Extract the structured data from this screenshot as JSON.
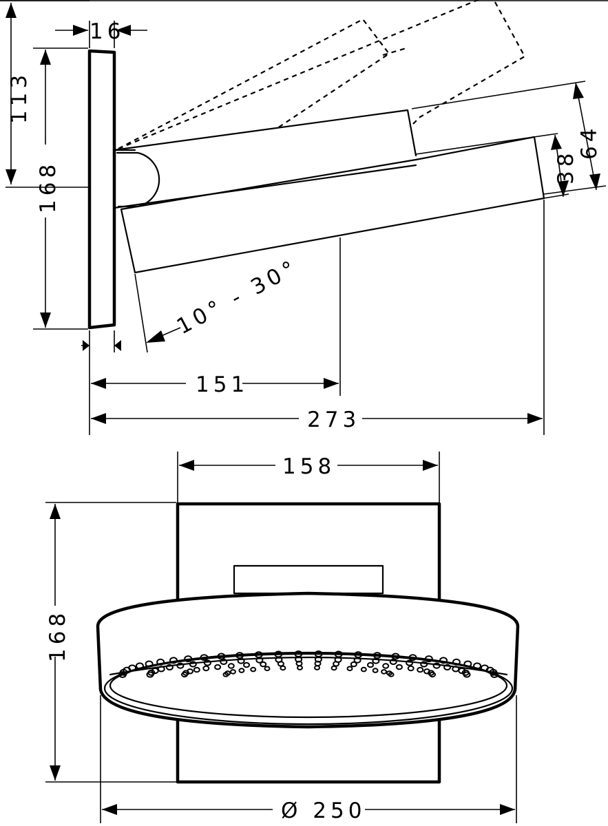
{
  "side_view": {
    "dim_plate_thickness": "16",
    "dim_top_offset": "113",
    "dim_plate_height": "168",
    "dim_head_thickness_inner": "38",
    "dim_head_thickness_outer": "64",
    "dim_tilt_range": "10° - 30°",
    "dim_center_distance": "151",
    "dim_total_projection": "273"
  },
  "front_view": {
    "dim_plate_width": "158",
    "dim_plate_height": "168",
    "dim_head_diameter": "Ø 250"
  }
}
